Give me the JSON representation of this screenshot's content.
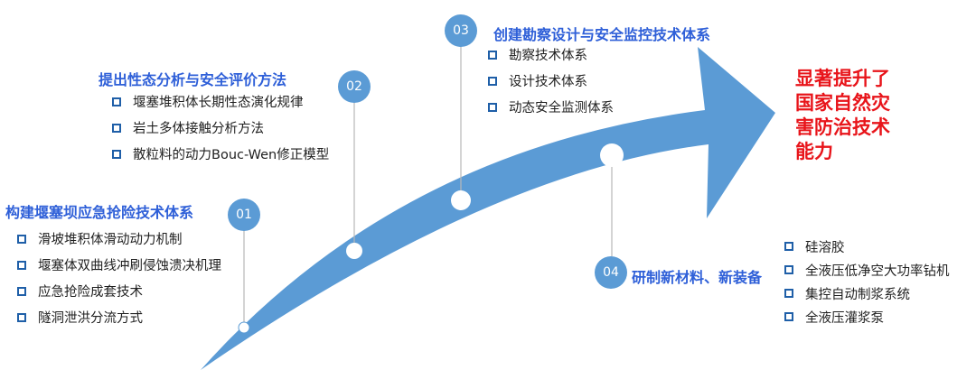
{
  "colors": {
    "arrow": "#5b9bd5",
    "circle": "#5b9bd5",
    "title": "#2e5fd8",
    "result": "#e8141a",
    "bullet": "#1f5fa8"
  },
  "stages": [
    {
      "number": "01",
      "title": "构建堰塞坝应急抢险技术体系",
      "items": [
        "滑坡堆积体滑动动力机制",
        "堰塞体双曲线冲刷侵蚀溃决机理",
        "应急抢险成套技术",
        "隧洞泄洪分流方式"
      ]
    },
    {
      "number": "02",
      "title": "提出性态分析与安全评价方法",
      "items": [
        "堰塞堆积体长期性态演化规律",
        "岩土多体接触分析方法",
        "散粒料的动力Bouc-Wen修正模型"
      ]
    },
    {
      "number": "03",
      "title": "创建勘察设计与安全监控技术体系",
      "items": [
        "勘察技术体系",
        "设计技术体系",
        "动态安全监测体系"
      ]
    },
    {
      "number": "04",
      "title": "研制新材料、新装备",
      "items": [
        "硅溶胶",
        "全液压低净空大功率钻机",
        "集控自动制浆系统",
        "全液压灌浆泵"
      ]
    }
  ],
  "result": {
    "lines": [
      "显著提升了",
      "国家自然灾",
      "害防治技术",
      "能力"
    ]
  }
}
